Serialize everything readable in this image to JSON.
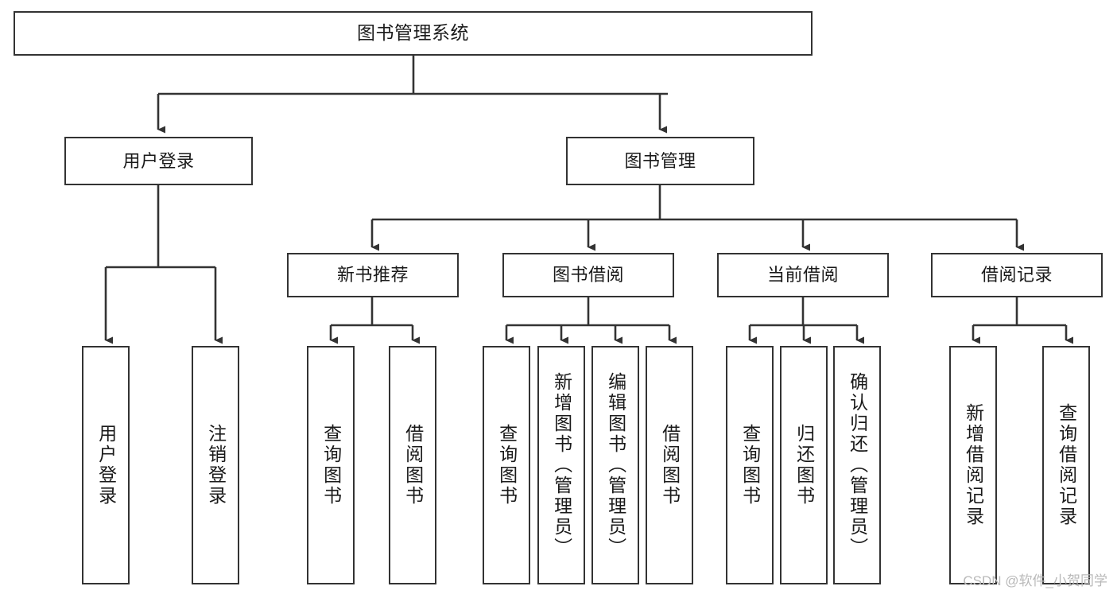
{
  "diagram": {
    "title": "图书管理系统",
    "type": "hierarchy-tree",
    "watermark": "CSDN @软件_小贺同学",
    "colors": {
      "box_border": "#333333",
      "box_fill": "#ffffff",
      "edge": "#333333",
      "text": "#1a1a1a",
      "watermark": "#b9b9b9",
      "background": "#ffffff"
    },
    "nodes": {
      "root": {
        "label": "图书管理系统",
        "orientation": "horizontal",
        "level": 0
      },
      "user_login": {
        "label": "用户登录",
        "orientation": "horizontal",
        "level": 1
      },
      "book_manage": {
        "label": "图书管理",
        "orientation": "horizontal",
        "level": 1
      },
      "new_book_rec": {
        "label": "新书推荐",
        "orientation": "horizontal",
        "level": 2
      },
      "book_borrow": {
        "label": "图书借阅",
        "orientation": "horizontal",
        "level": 2
      },
      "current_borrow": {
        "label": "当前借阅",
        "orientation": "horizontal",
        "level": 2
      },
      "borrow_record": {
        "label": "借阅记录",
        "orientation": "horizontal",
        "level": 2
      },
      "leaf_user_login": {
        "label": "用户登录",
        "orientation": "vertical",
        "level": 3
      },
      "leaf_logout": {
        "label": "注销登录",
        "orientation": "vertical",
        "level": 3
      },
      "leaf_query_book_1": {
        "label": "查询图书",
        "orientation": "vertical",
        "level": 3
      },
      "leaf_borrow_book_1": {
        "label": "借阅图书",
        "orientation": "vertical",
        "level": 3
      },
      "leaf_query_book_2": {
        "label": "查询图书",
        "orientation": "vertical",
        "level": 3
      },
      "leaf_add_book": {
        "label": "新增图书（管理员）",
        "orientation": "vertical",
        "level": 3
      },
      "leaf_edit_book": {
        "label": "编辑图书（管理员）",
        "orientation": "vertical",
        "level": 3
      },
      "leaf_borrow_book_2": {
        "label": "借阅图书",
        "orientation": "vertical",
        "level": 3
      },
      "leaf_query_book_3": {
        "label": "查询图书",
        "orientation": "vertical",
        "level": 3
      },
      "leaf_return_book": {
        "label": "归还图书",
        "orientation": "vertical",
        "level": 3
      },
      "leaf_confirm_return": {
        "label": "确认归还（管理员）",
        "orientation": "vertical",
        "level": 3
      },
      "leaf_add_record": {
        "label": "新增借阅记录",
        "orientation": "vertical",
        "level": 3
      },
      "leaf_query_record": {
        "label": "查询借阅记录",
        "orientation": "vertical",
        "level": 3
      }
    },
    "edges": [
      {
        "from": "root",
        "to": "user_login"
      },
      {
        "from": "root",
        "to": "book_manage"
      },
      {
        "from": "user_login",
        "to": "leaf_user_login"
      },
      {
        "from": "user_login",
        "to": "leaf_logout"
      },
      {
        "from": "book_manage",
        "to": "new_book_rec"
      },
      {
        "from": "book_manage",
        "to": "book_borrow"
      },
      {
        "from": "book_manage",
        "to": "current_borrow"
      },
      {
        "from": "book_manage",
        "to": "borrow_record"
      },
      {
        "from": "new_book_rec",
        "to": "leaf_query_book_1"
      },
      {
        "from": "new_book_rec",
        "to": "leaf_borrow_book_1"
      },
      {
        "from": "book_borrow",
        "to": "leaf_query_book_2"
      },
      {
        "from": "book_borrow",
        "to": "leaf_add_book"
      },
      {
        "from": "book_borrow",
        "to": "leaf_edit_book"
      },
      {
        "from": "book_borrow",
        "to": "leaf_borrow_book_2"
      },
      {
        "from": "current_borrow",
        "to": "leaf_query_book_3"
      },
      {
        "from": "current_borrow",
        "to": "leaf_return_book"
      },
      {
        "from": "current_borrow",
        "to": "leaf_confirm_return"
      },
      {
        "from": "borrow_record",
        "to": "leaf_add_record"
      },
      {
        "from": "borrow_record",
        "to": "leaf_query_record"
      }
    ]
  }
}
